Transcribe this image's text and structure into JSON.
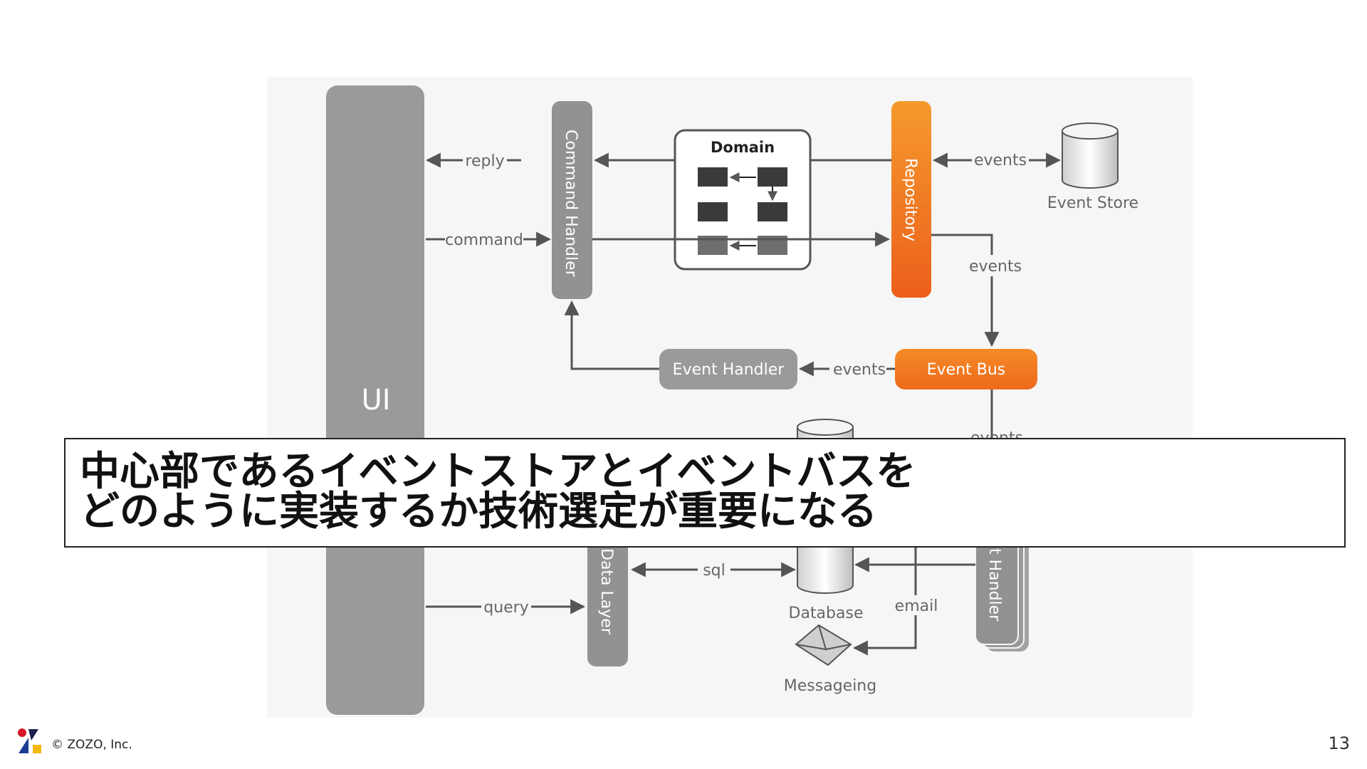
{
  "diagram": {
    "ui_label": "UI",
    "command_handler_label": "Command Handler",
    "domain_label": "Domain",
    "repository_label": "Repository",
    "event_store_label": "Event Store",
    "event_handler_label": "Event Handler",
    "event_bus_label": "Event Bus",
    "data_layer_label": "Data Layer",
    "database_label": "Database",
    "messaging_label": "Messageing",
    "event_handler_partial_label": "t Handler",
    "arrow_labels": {
      "reply": "reply",
      "command": "command",
      "events_store": "events",
      "events_bus": "events",
      "events_handler": "events",
      "events_partial": "events",
      "query": "query",
      "sql": "sql",
      "email": "email"
    },
    "colors": {
      "gray_box": "#8f8f8f",
      "orange": "#f07a20",
      "arrow": "#555555"
    }
  },
  "overlay": {
    "line1": "中心部であるイベントストアとイベントバスを",
    "line2": "どのように実装するか技術選定が重要になる"
  },
  "footer": {
    "copyright": "© ZOZO, Inc.",
    "page_number": "13"
  }
}
